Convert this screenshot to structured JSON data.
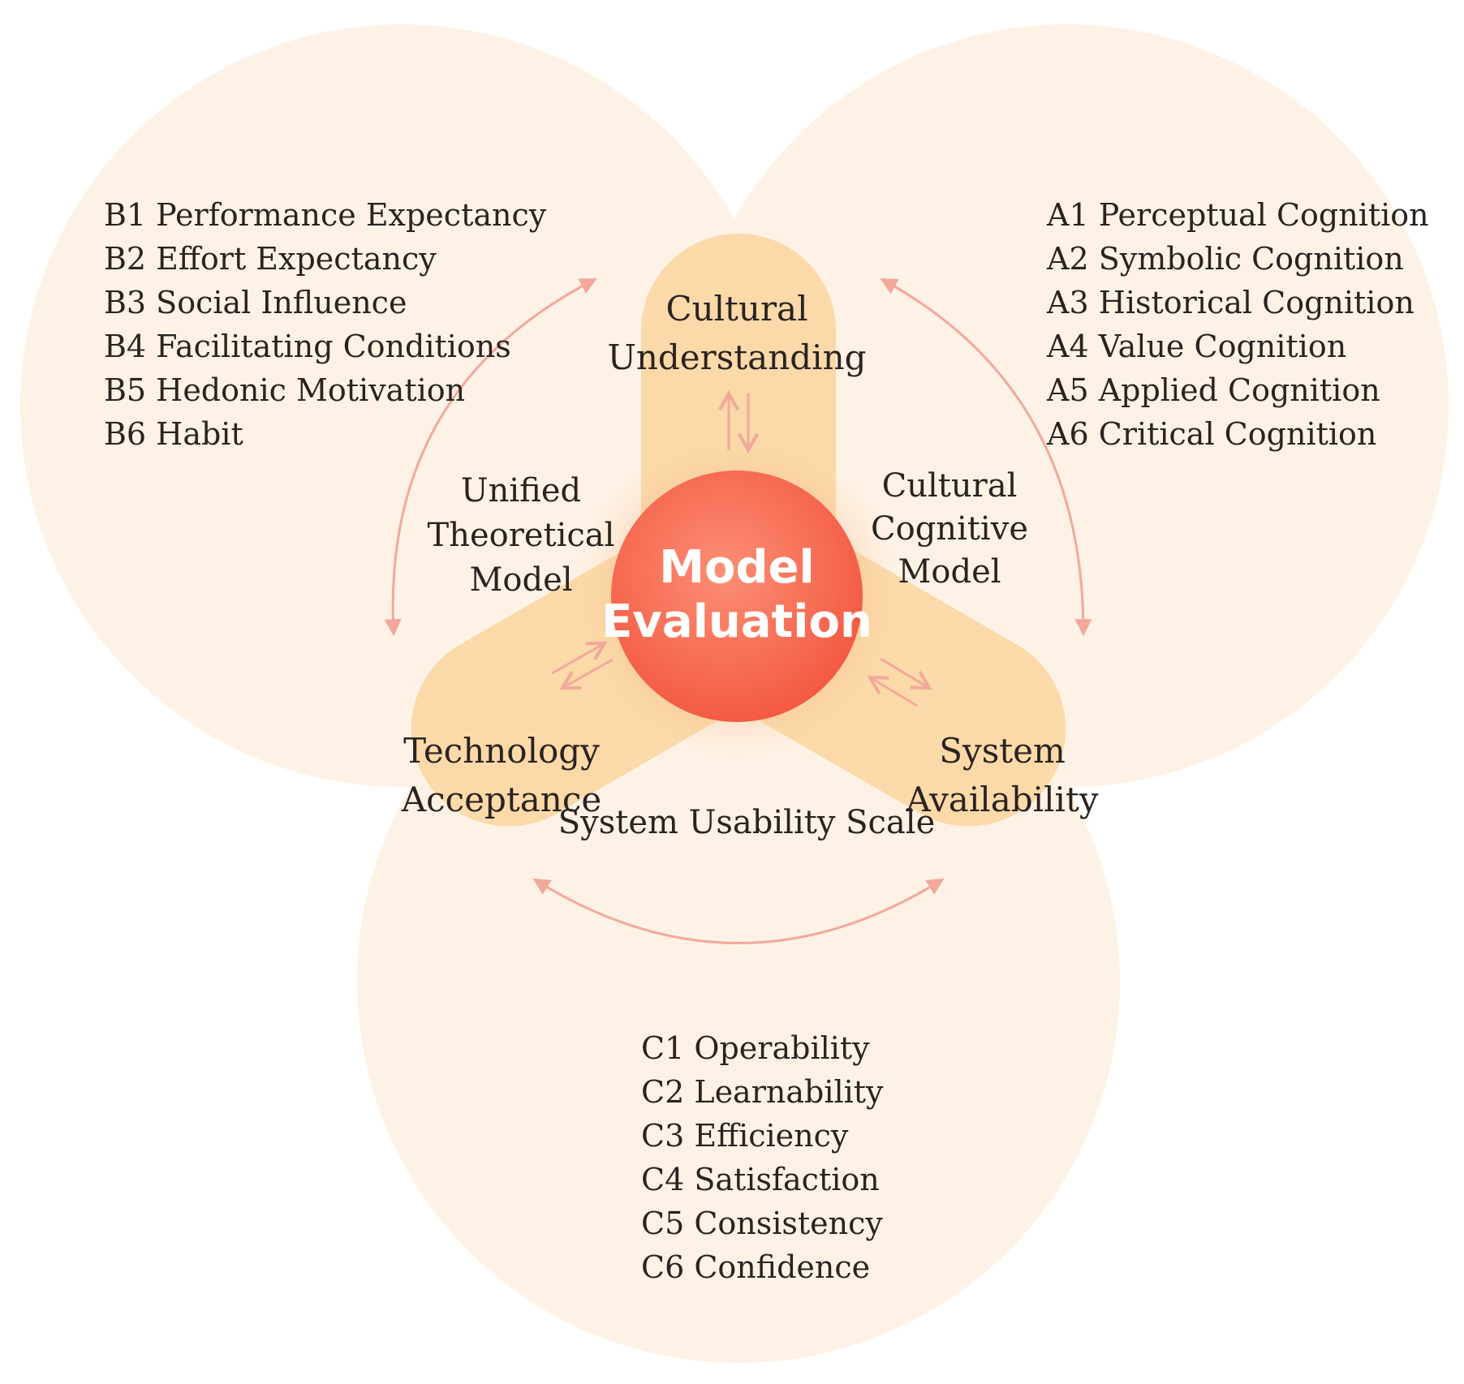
{
  "center": {
    "line1": "Model",
    "line2": "Evaluation"
  },
  "pillars": {
    "top": {
      "line1": "Cultural",
      "line2": "Understanding"
    },
    "left": {
      "line1": "Technology",
      "line2": "Acceptance"
    },
    "right": {
      "line1": "System",
      "line2": "Availability"
    }
  },
  "models": {
    "left": {
      "line1": "Unified",
      "line2": "Theoretical",
      "line3": "Model"
    },
    "right": {
      "line1": "Cultural",
      "line2": "Cognitive",
      "line3": "Model"
    },
    "bottom": "System Usability Scale"
  },
  "lists": {
    "b": [
      "B1 Performance Expectancy",
      "B2 Effort Expectancy",
      "B3 Social Influence",
      "B4 Facilitating Conditions",
      "B5 Hedonic Motivation",
      "B6 Habit"
    ],
    "a": [
      "A1 Perceptual Cognition",
      "A2 Symbolic Cognition",
      "A3 Historical Cognition",
      "A4 Value Cognition",
      "A5 Applied Cognition",
      "A6 Critical Cognition"
    ],
    "c": [
      "C1 Operability",
      "C2 Learnability",
      "C3 Efficiency",
      "C4 Satisfaction",
      "C5 Consistency",
      "C6 Confidence"
    ]
  },
  "colors": {
    "circle_fill": "#fdf2e5",
    "pillar_fill": "#fbd9a8",
    "center_inner": "#fb8a6c",
    "center_outer": "#f4604b",
    "arrow": "#f3a89c",
    "text": "#2b2320"
  }
}
